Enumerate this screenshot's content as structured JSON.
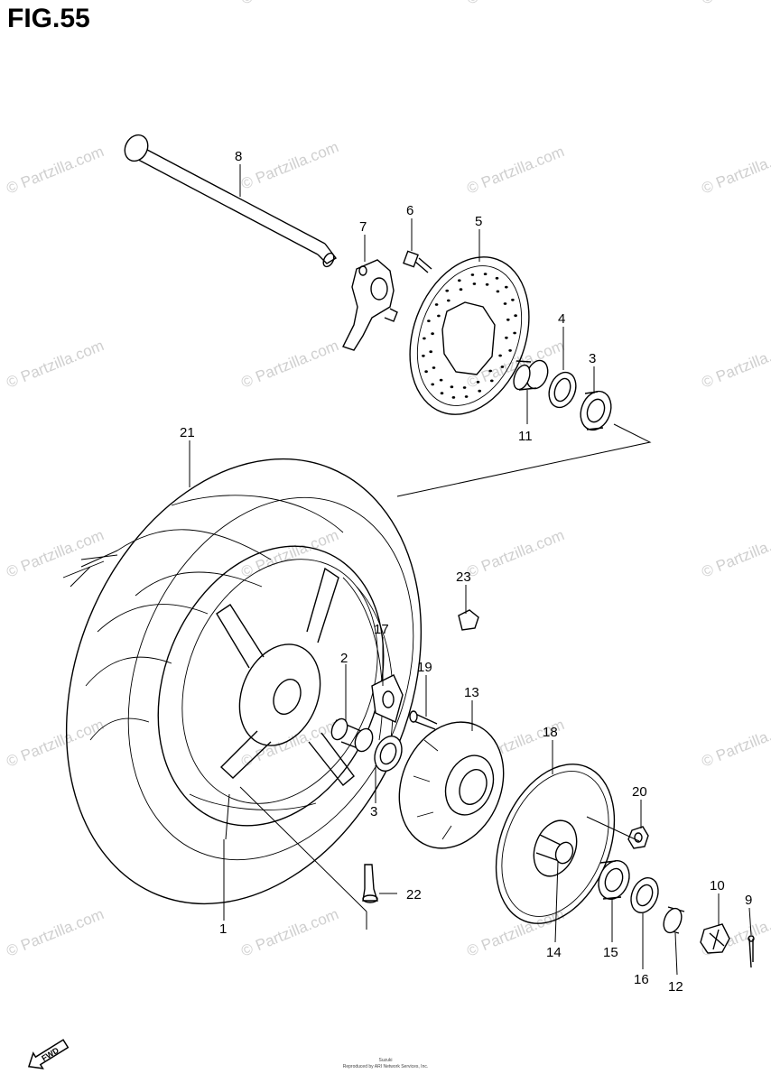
{
  "figure": {
    "title": "FIG.55"
  },
  "watermark": {
    "text": "© Partzilla.com"
  },
  "fwd_label": "FWD",
  "footer": {
    "code": "Suzuki",
    "copyright": "Reproduced by ARI Network Services, Inc."
  },
  "callouts": [
    "1",
    "2",
    "3",
    "3",
    "4",
    "5",
    "6",
    "7",
    "8",
    "9",
    "10",
    "11",
    "12",
    "13",
    "14",
    "15",
    "16",
    "17",
    "18",
    "19",
    "20",
    "21",
    "22",
    "23"
  ]
}
